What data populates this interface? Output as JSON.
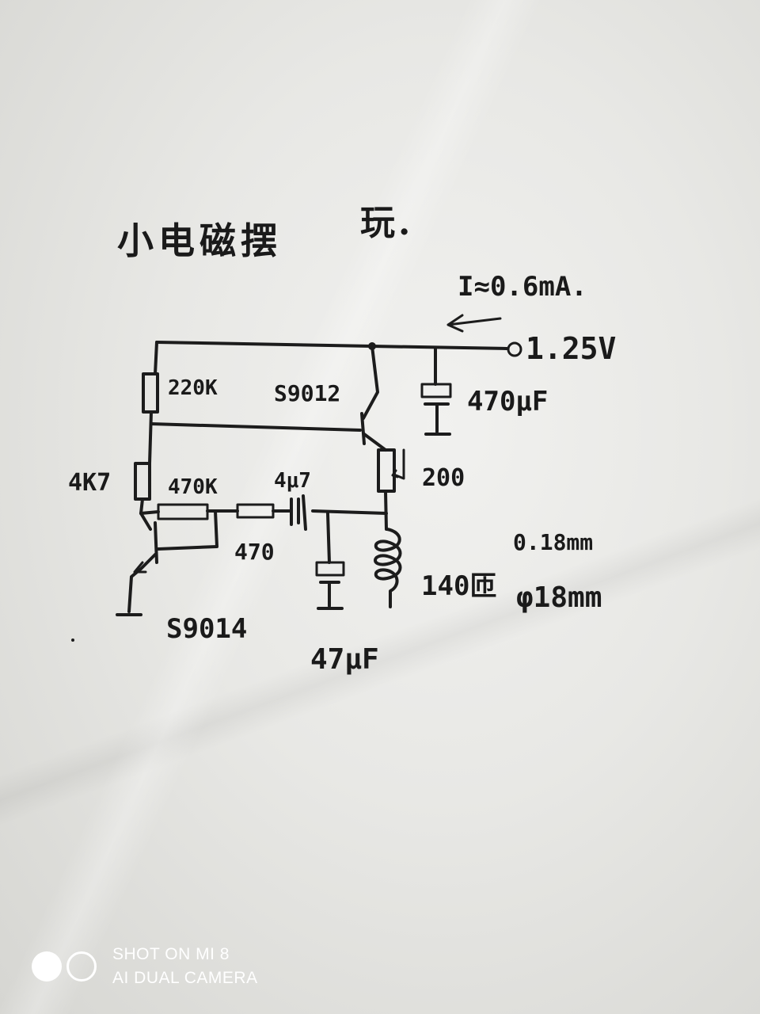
{
  "title": "小电磁摆",
  "title_trail": "玩.",
  "current_label": "I≈0.6mA.",
  "supply_voltage": "1.25V",
  "components": {
    "r_220k": "220K",
    "q_pnp": "S9012",
    "c_470uf": "470μF",
    "r_4k7": "4K7",
    "r_470k": "470K",
    "c_4u7": "4μ7",
    "r_470": "470",
    "r_200": "200",
    "coil_turns": "140匝",
    "wire_dia": "0.18mm",
    "coil_dia": "φ18mm",
    "q_npn": "S9014",
    "c_47uf": "47μF"
  },
  "watermark": {
    "line1": "SHOT ON MI 8",
    "line2": "AI DUAL CAMERA"
  }
}
